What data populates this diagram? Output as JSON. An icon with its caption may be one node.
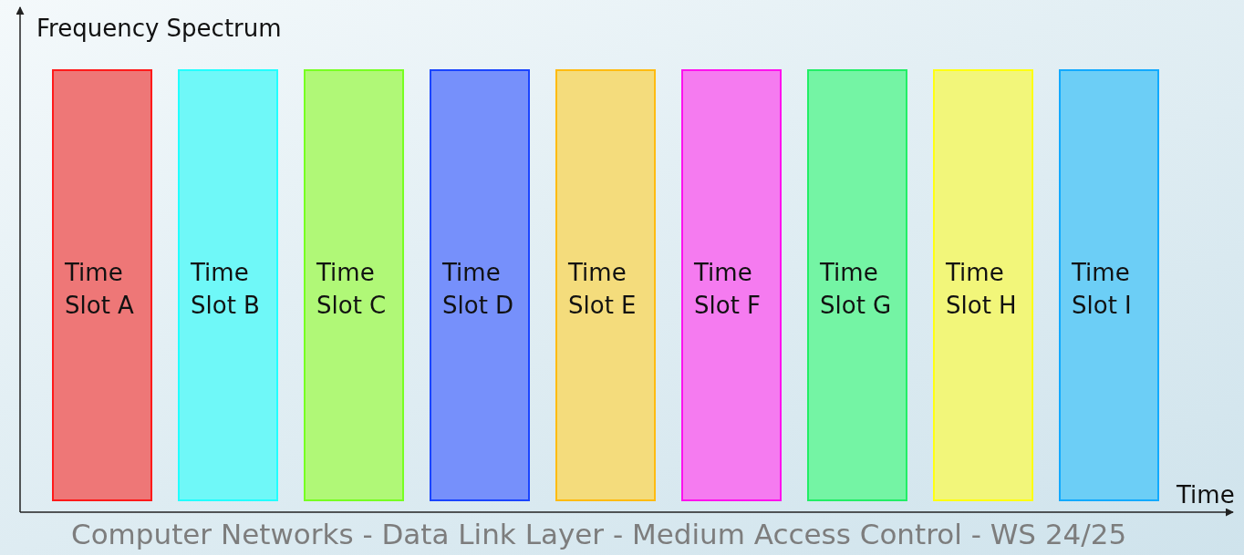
{
  "diagram": {
    "caption": "Computer Networks - Data Link Layer - Medium Access Control - WS 24/25",
    "nodes": [
      {
        "text": [
          "Time Slot A"
        ]
      },
      {
        "text": [
          "Time Slot B"
        ]
      },
      {
        "text": [
          "Time Slot C"
        ]
      },
      {
        "text": [
          "Time Slot D"
        ]
      },
      {
        "text": [
          "Time Slot E"
        ]
      },
      {
        "text": [
          "Time Slot F"
        ]
      },
      {
        "text": [
          "Time Slot G"
        ]
      },
      {
        "text": [
          "Time Slot H"
        ]
      },
      {
        "text": [
          "Time Slot I"
        ]
      }
    ],
    "labels": [
      "Frequency Spectrum",
      "Time"
    ]
  }
}
